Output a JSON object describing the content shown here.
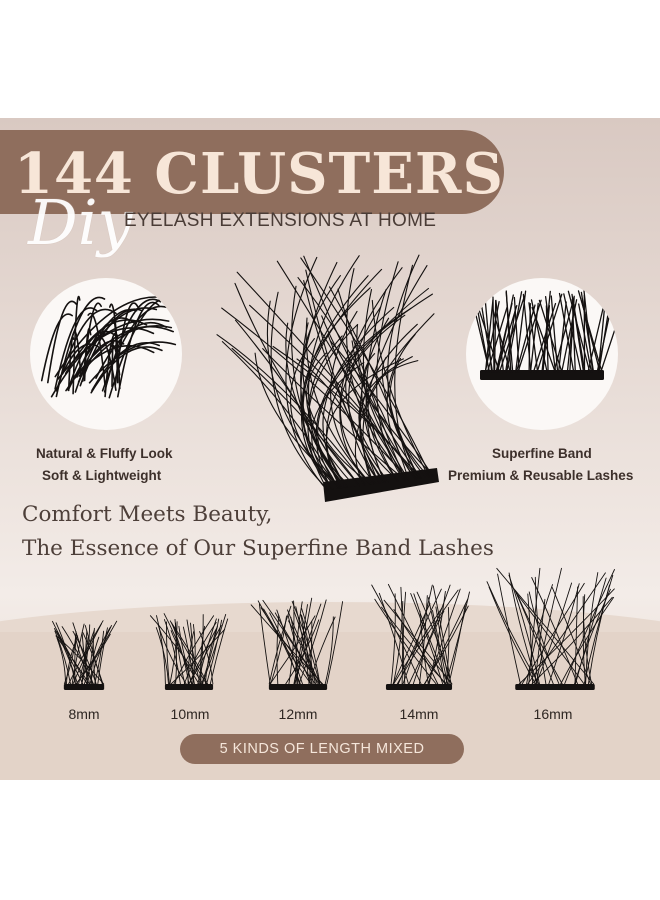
{
  "header": {
    "title": "144 CLUSTERS",
    "script_word": "Diy",
    "subtitle": "EYELASH EXTENSIONS AT HOME"
  },
  "features": {
    "left": {
      "line1": "Natural & Fluffy Look",
      "line2": "Soft & Lightweight",
      "icon": "fluffy-lash-closeup"
    },
    "right": {
      "line1": "Superfine Band",
      "line2": "Premium & Reusable Lashes",
      "icon": "lash-band-closeup"
    }
  },
  "tagline": {
    "line1": "Comfort Meets Beauty,",
    "line2": "The Essence of Our Superfine Band Lashes"
  },
  "lengths": {
    "items": [
      "8mm",
      "10mm",
      "12mm",
      "14mm",
      "16mm"
    ],
    "badge": "5 KINDS OF LENGTH MIXED"
  },
  "colors": {
    "accent": "#8f6e5d",
    "title_text": "#f7e6d8",
    "panel": "#e6dad4",
    "lash": "#141110"
  }
}
